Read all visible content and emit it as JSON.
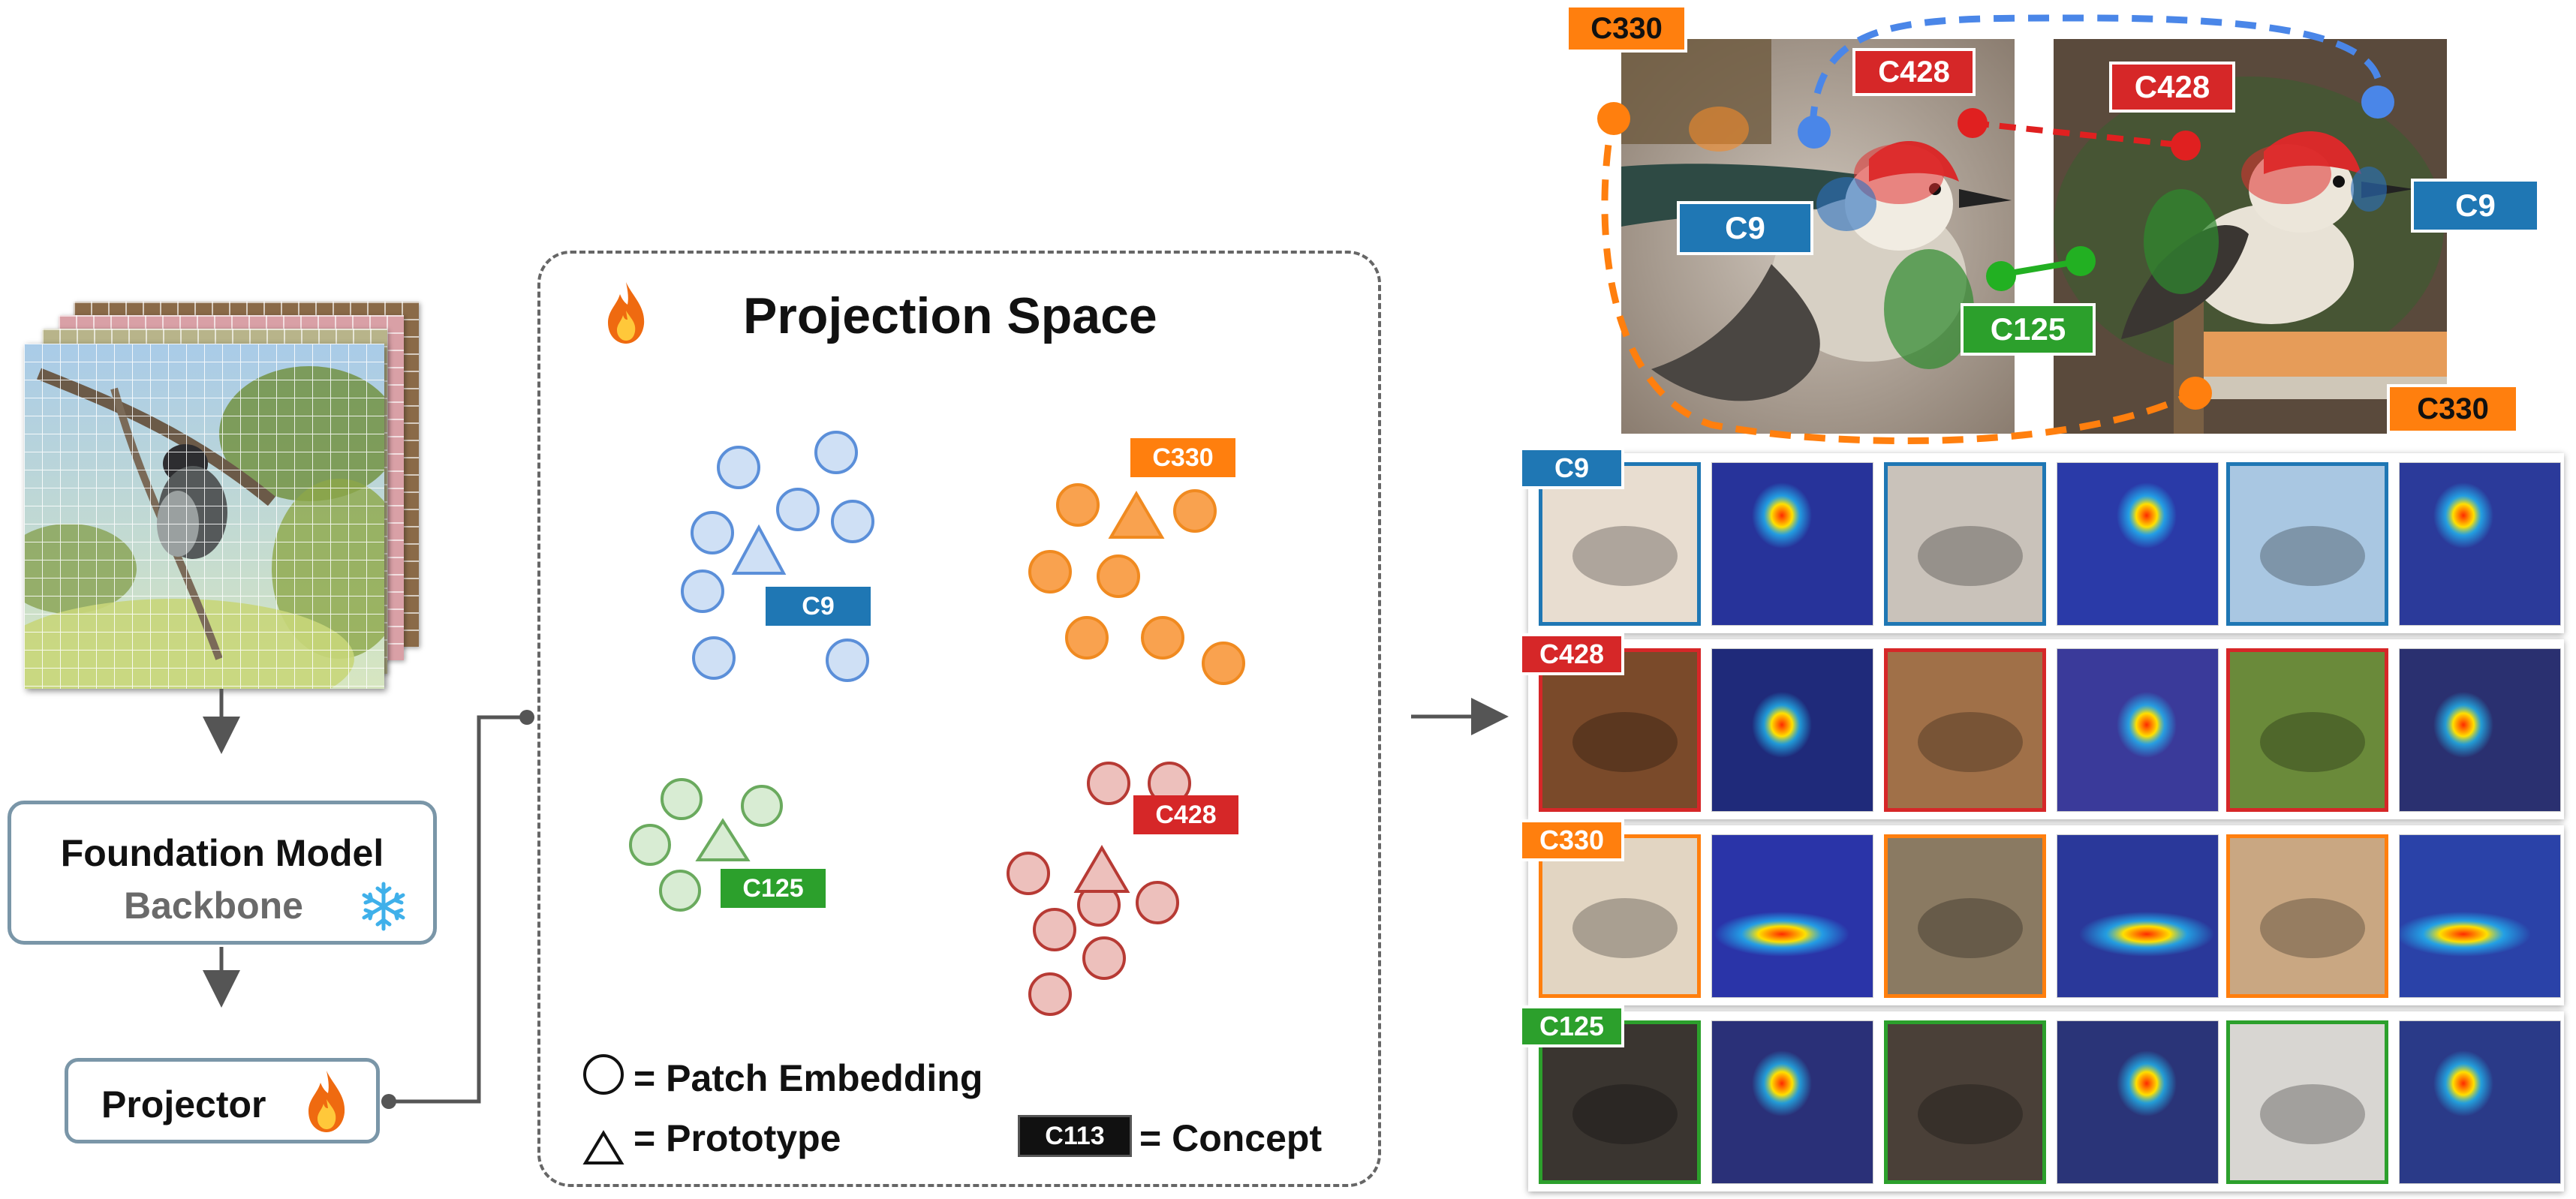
{
  "backbone_box": {
    "title": "Foundation Model",
    "subtitle": "Backbone"
  },
  "projector_box": {
    "label": "Projector"
  },
  "projection_space": {
    "title": "Projection Space",
    "legend": {
      "circle": "= Patch Embedding",
      "triangle": "= Prototype",
      "concept_tag": "C113",
      "concept": "= Concept"
    }
  },
  "clusters": [
    {
      "label": "C9",
      "color": "#1f77b4",
      "fill": "#cfe0f5",
      "stroke": "#5b8fd9"
    },
    {
      "label": "C330",
      "color": "#ff7f0e",
      "fill": "#f9a24f",
      "stroke": "#f08a20"
    },
    {
      "label": "C125",
      "color": "#2ca02c",
      "fill": "#d8ecd3",
      "stroke": "#6aaa5e"
    },
    {
      "label": "C428",
      "color": "#d62728",
      "fill": "#edc0bc",
      "stroke": "#b73a34"
    }
  ],
  "photo_tags": [
    "C330",
    "C428",
    "C9",
    "C125",
    "C428",
    "C9",
    "C330"
  ],
  "grid_rows": [
    {
      "label": "C9",
      "color": "#1f77b4"
    },
    {
      "label": "C428",
      "color": "#d62728"
    },
    {
      "label": "C330",
      "color": "#ff7f0e"
    },
    {
      "label": "C125",
      "color": "#2ca02c"
    }
  ],
  "colors": {
    "blue": "#1f77b4",
    "orange": "#ff7f0e",
    "green": "#2ca02c",
    "red": "#d62728",
    "box_border": "#7a96a8",
    "arrow": "#555555",
    "dashed_border": "#666666"
  },
  "icons": {
    "flame": "flame-icon",
    "snowflake": "snowflake-icon"
  }
}
